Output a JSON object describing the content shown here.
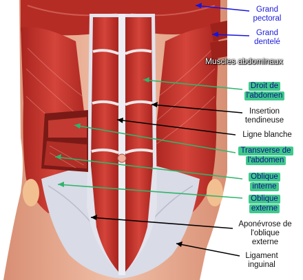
{
  "title": "Muscles abdominaux",
  "labels": {
    "grand_pectoral": [
      "Grand",
      "pectoral"
    ],
    "grand_dentele": [
      "Grand",
      "dentelé"
    ],
    "droit_abdomen": [
      "Droit de",
      "l'abdomen"
    ],
    "insertion_tendineuse": [
      "Insertion",
      "tendineuse"
    ],
    "ligne_blanche": [
      "Ligne blanche"
    ],
    "transverse_abdomen": [
      "Transverse de",
      "l'abdomen"
    ],
    "oblique_interne": [
      "Oblique",
      "interne"
    ],
    "oblique_externe": [
      "Oblique",
      "externe"
    ],
    "aponevrose": [
      "Aponévrose de",
      "l'oblique",
      "externe"
    ],
    "ligament_inguinal": [
      "Ligament",
      "inguinal"
    ]
  },
  "colors": {
    "muscle": "#c8332c",
    "muscle_dark": "#8f1d18",
    "aponeurosis": "#d9dbe6",
    "skin": "#e9a98f",
    "background": "#ffffff",
    "pointer_blue": "#1414e0",
    "pointer_green": "#2fb56c",
    "pointer_black": "#000000"
  }
}
